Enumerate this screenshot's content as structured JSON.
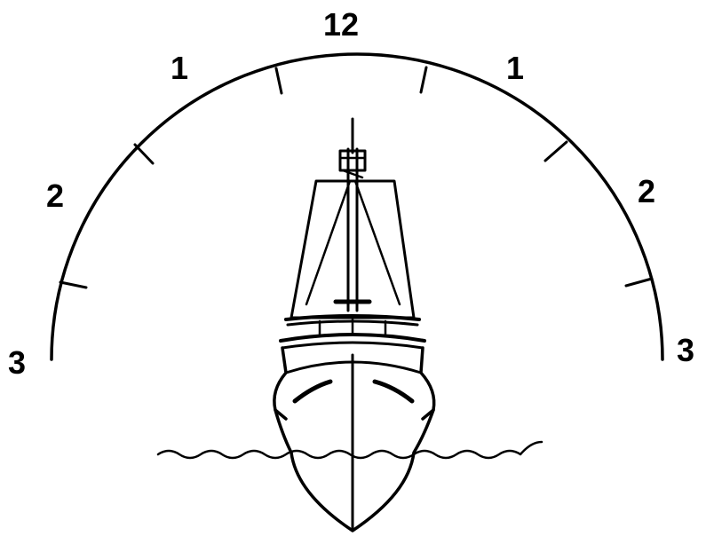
{
  "clock_labels": {
    "left_3": "3",
    "left_2": "2",
    "left_1": "1",
    "top_12": "12",
    "right_1": "1",
    "right_2": "2",
    "right_3": "3"
  },
  "colors": {
    "ink": "#000000",
    "background": "#ffffff"
  }
}
